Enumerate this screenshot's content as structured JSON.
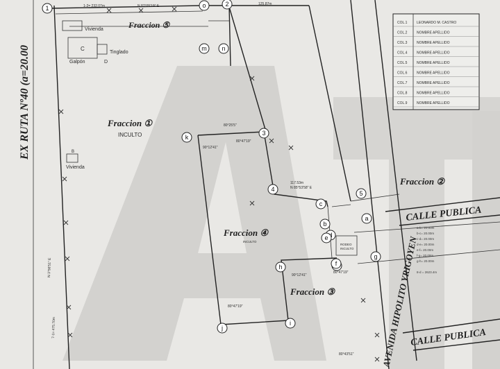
{
  "watermark": {
    "text": "ATI"
  },
  "road_left": {
    "label": "EX RUTA Nº40 (a=20.00"
  },
  "road_right": {
    "label": "AVENIDA HIPOLITO YRIGOYEN"
  },
  "streets": {
    "calle_1": "CALLE PUBLICA",
    "calle_2": "CALLE PUBLICA"
  },
  "fractions": {
    "f1": "Fraccion ①",
    "f1_sub": "INCULTO",
    "f2": "Fraccion ②",
    "f3": "Fraccion ③",
    "f4": "Fraccion ④",
    "f4_sub": "INCULTO",
    "f5": "Fraccion ⑤"
  },
  "buildings": {
    "vivienda_a": "Vivienda",
    "tinglado": "Tinglado",
    "galpon": "Galpón",
    "c": "C",
    "d": "D",
    "vivienda_b": "Vivienda",
    "b": "B",
    "rodeo": "RODEO",
    "inculto": "INCULTO"
  },
  "dimensions": {
    "top_1": "1-2= 232.07m",
    "top_bearing": "N 87°05'19\" E",
    "top_2": "125.87m",
    "angle_k": "90°12'41\"",
    "angle_3": "80°25'5\"",
    "angle_3b": "80°47'19\"",
    "dim_4": "N 85°53'58\" E",
    "dim_4b": "117.53m",
    "angle_h": "90°12'41\"",
    "angle_f": "80°47'19\"",
    "angle_l": "80°47'19\"",
    "left_bearing": "N 3°56'51\" E",
    "left_len": "7-1= 475.70m",
    "bottom_angle": "80°43'51\"",
    "ref_u": "8-d = 2623.4m"
  },
  "points": [
    "1",
    "2",
    "3",
    "4",
    "5",
    "k",
    "h",
    "i",
    "j",
    "l",
    "g",
    "a",
    "b",
    "c",
    "d",
    "e",
    "f",
    "m",
    "n",
    "o"
  ],
  "owners_table": {
    "rows": [
      {
        "col": "COL.1",
        "text": "LEONARDO M. CASTRO"
      },
      {
        "col": "COL.2",
        "text": "NOMBRE APELLIDO"
      },
      {
        "col": "COL.3",
        "text": "NOMBRE APELLIDO"
      },
      {
        "col": "COL.4",
        "text": "NOMBRE APELLIDO"
      },
      {
        "col": "COL.5",
        "text": "NOMBRE APELLIDO"
      },
      {
        "col": "COL.6",
        "text": "NOMBRE APELLIDO"
      },
      {
        "col": "COL.7",
        "text": "NOMBRE APELLIDO"
      },
      {
        "col": "COL.8",
        "text": "NOMBRE APELLIDO"
      },
      {
        "col": "COL.9",
        "text": "NOMBRE APELLIDO"
      }
    ]
  },
  "colors": {
    "paper": "#e9e8e5",
    "ink": "#222222",
    "watermark": "#cfcecb"
  }
}
